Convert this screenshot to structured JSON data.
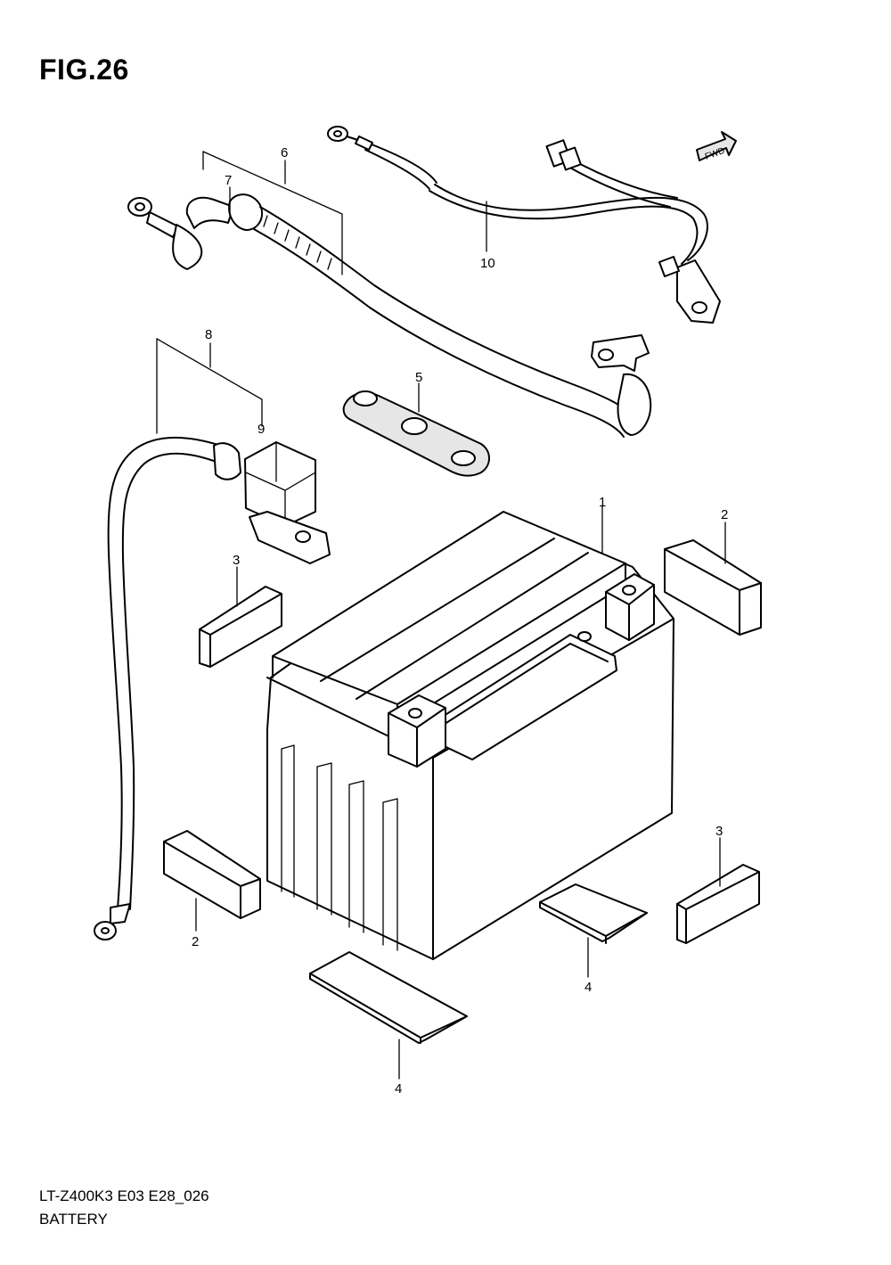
{
  "figure": {
    "title": "FIG.26",
    "model_code": "LT-Z400K3 E03 E28_026",
    "section_name": "BATTERY"
  },
  "direction_arrow": {
    "label": "FWD",
    "icon": "forward-arrow-icon"
  },
  "callouts": [
    {
      "id": "c1",
      "label": "1"
    },
    {
      "id": "c2a",
      "label": "2"
    },
    {
      "id": "c2b",
      "label": "2"
    },
    {
      "id": "c3a",
      "label": "3"
    },
    {
      "id": "c3b",
      "label": "3"
    },
    {
      "id": "c4a",
      "label": "4"
    },
    {
      "id": "c4b",
      "label": "4"
    },
    {
      "id": "c5",
      "label": "5"
    },
    {
      "id": "c6",
      "label": "6"
    },
    {
      "id": "c7",
      "label": "7"
    },
    {
      "id": "c8",
      "label": "8"
    },
    {
      "id": "c9",
      "label": "9"
    },
    {
      "id": "c10",
      "label": "10"
    }
  ]
}
